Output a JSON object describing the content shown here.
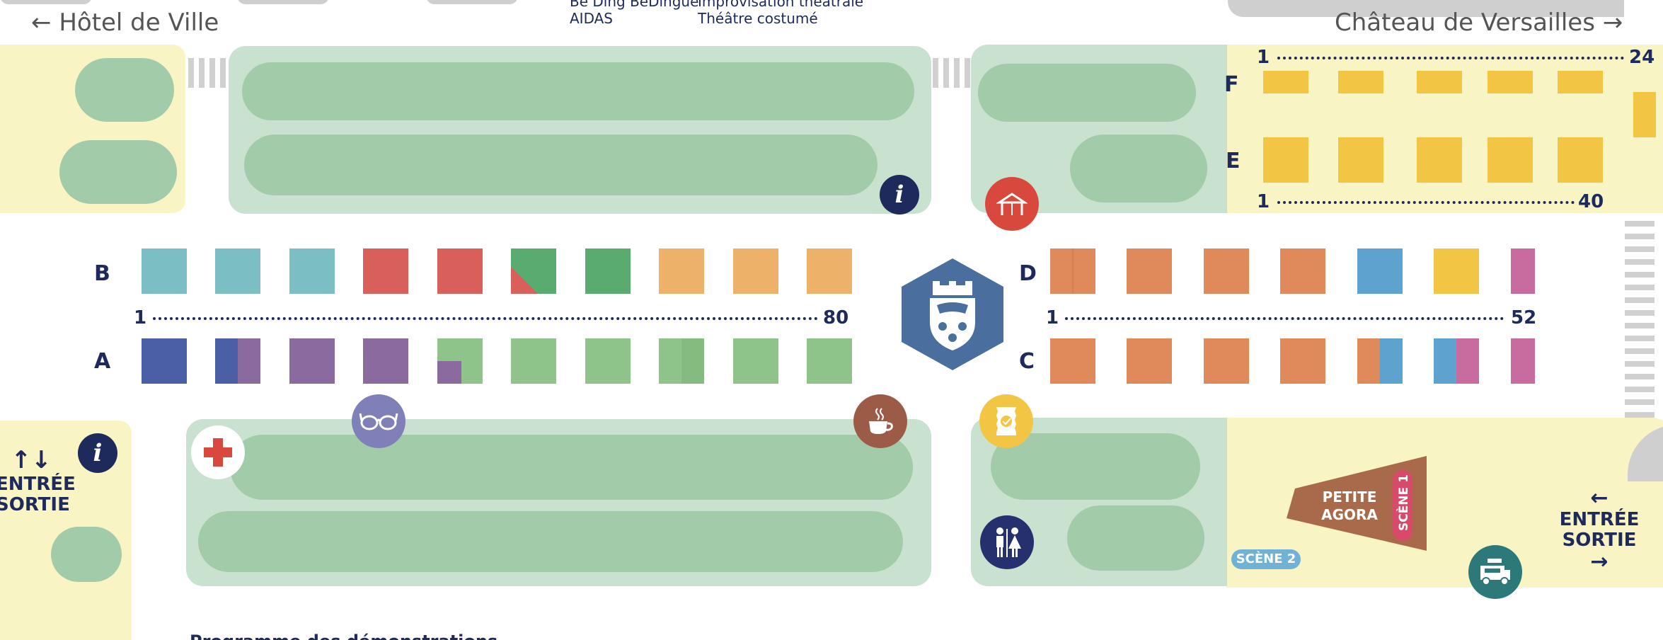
{
  "navigation": {
    "left_label": "Hôtel de Ville",
    "left_arrow": "←",
    "right_label": "Château de Versailles",
    "right_arrow": "→"
  },
  "program_top": {
    "col1": [
      "Be Ding BeDingue",
      "AIDAS"
    ],
    "col2": [
      "Improvisation théâtrale",
      "Théâtre costumé"
    ]
  },
  "program_bottom_title": "Programme des démonstrations",
  "rows": {
    "B": "B",
    "A": "A",
    "D": "D",
    "C": "C",
    "F": "F",
    "E": "E"
  },
  "numbers": {
    "ab_start": "1",
    "ab_end": "80",
    "cd_start": "1",
    "cd_end": "52",
    "f_start": "1",
    "f_end": "24",
    "e_start": "1",
    "e_end": "40"
  },
  "entrances": {
    "left_arrows": "↑↓",
    "left_line1": "ENTRÉE",
    "left_line2": "SORTIE",
    "right_arrow_top": "←",
    "right_line1": "ENTRÉE",
    "right_line2": "SORTIE",
    "right_arrow_bottom": "→"
  },
  "stages": {
    "petite_agora_line1": "PETITE",
    "petite_agora_line2": "AGORA",
    "scene1": "SCÈNE 1",
    "scene2": "SCÈNE 2"
  },
  "icons": {
    "info_top": "info-icon",
    "info_left": "info-icon",
    "tent": "tent-icon",
    "first_aid": "first-aid-icon",
    "glasses": "glasses-icon",
    "coffee": "coffee-icon",
    "snack": "snack-icon",
    "toilets": "toilets-icon",
    "food_truck": "food-truck-icon",
    "coat_of_arms": "coat-of-arms-icon"
  },
  "colors": {
    "navy": "#1f2a5c",
    "teal": "#7bbfc5",
    "red": "#d95f5b",
    "green": "#5aab6f",
    "light_green": "#8ec38a",
    "apricot": "#edb16a",
    "blue": "#4a5fa5",
    "purple": "#8b6aa0",
    "orange": "#e0895a",
    "sky": "#5ea2d0",
    "yellow": "#f3c544",
    "pink": "#c86ca0",
    "park": "#c9e2d0",
    "bush": "#a2cba9",
    "sand": "#f8f4c4",
    "brown": "#a86a4a",
    "crest": "#4a6e9d"
  }
}
